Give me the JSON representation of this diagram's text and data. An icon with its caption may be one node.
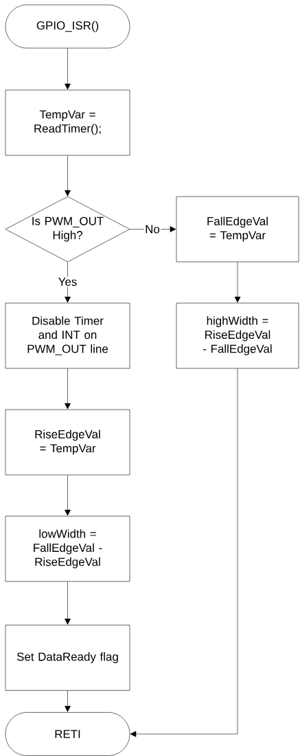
{
  "diagram": {
    "nodes": [
      {
        "text": [
          "GPIO_ISR()"
        ]
      },
      {
        "text": [
          "TempVar = ReadTimer();"
        ]
      },
      {
        "text": [
          "Is PWM_OUT High?"
        ]
      },
      {
        "text": [
          "FallEdgeVal = TempVar"
        ]
      },
      {
        "text": [
          "highWidth = RiseEdgeVal - FallEdgeVal"
        ]
      },
      {
        "text": [
          "Disable Timer and INT on PWM_OUT line"
        ]
      },
      {
        "text": [
          "RiseEdgeVal = TempVar"
        ]
      },
      {
        "text": [
          "lowWidth = FallEdgeVal - RiseEdgeVal"
        ]
      },
      {
        "text": [
          "Set DataReady flag"
        ]
      },
      {
        "text": [
          "RETI"
        ]
      }
    ],
    "edges": [
      {
        "from": 0,
        "to": 1,
        "arrow": "to"
      },
      {
        "from": 1,
        "to": 2,
        "arrow": "to"
      },
      {
        "from": 2,
        "to": 3,
        "arrow": "to",
        "label": "No"
      },
      {
        "from": 3,
        "to": 4,
        "arrow": "to"
      },
      {
        "from": 2,
        "to": 5,
        "arrow": "to",
        "label": "Yes"
      },
      {
        "from": 5,
        "to": 6,
        "arrow": "to"
      },
      {
        "from": 6,
        "to": 7,
        "arrow": "to"
      },
      {
        "from": 7,
        "to": 8,
        "arrow": "to"
      },
      {
        "from": 8,
        "to": 9,
        "arrow": "to"
      },
      {
        "from": 4,
        "to": 9,
        "arrow": "to"
      }
    ]
  }
}
